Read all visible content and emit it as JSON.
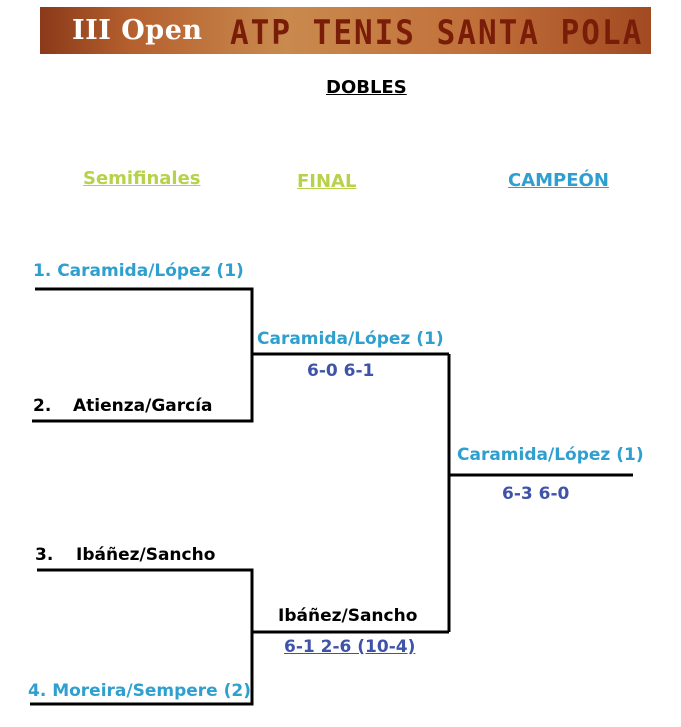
{
  "banner": {
    "open_text": "III Open",
    "title_text": "ATP TENIS SANTA POLA"
  },
  "title": "DOBLES",
  "headers": {
    "semis": "Semifinales",
    "final": "FINAL",
    "champion": "CAMPEÓN"
  },
  "semifinals": [
    {
      "seed_label": "1. Caramida/López (1)"
    },
    {
      "num": "2.",
      "name": "Atienza/García"
    },
    {
      "num": "3.",
      "name": "Ibáñez/Sancho"
    },
    {
      "seed_label": "4. Moreira/Sempere (2)"
    }
  ],
  "final": [
    {
      "name": "Caramida/López (1)",
      "score": "6-0 6-1"
    },
    {
      "name": "Ibáñez/Sancho",
      "score": "6-1 2-6 (10-4)"
    }
  ],
  "champion": {
    "name": "Caramida/López (1)",
    "score": "6-3 6-0"
  },
  "colors": {
    "blue": "#2e9fce",
    "score": "#3f53a8",
    "header_green": "#b6d24a"
  }
}
